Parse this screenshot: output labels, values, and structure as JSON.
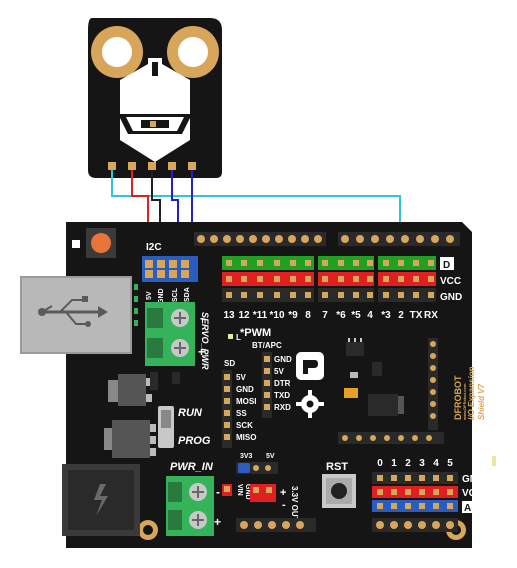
{
  "sensor": {
    "pins": [
      "",
      "",
      "",
      "",
      ""
    ]
  },
  "board": {
    "headers_top_left": "I2C",
    "i2c_pins": [
      "5V",
      "GND",
      "SCL",
      "SDA"
    ],
    "digital_top": [
      "13",
      "12",
      "*11",
      "*10",
      "*9",
      "8",
      "7",
      "*6",
      "*5",
      "4",
      "*3",
      "2",
      "TX",
      "RX"
    ],
    "rail_labels": [
      "D",
      "VCC",
      "GND"
    ],
    "servo_label": "SERVO_PWR",
    "pwm_label": "*PWM",
    "l_label": "L",
    "sd_label": "SD",
    "sd_pins": [
      "5V",
      "GND",
      "MOSI",
      "SS",
      "SCK",
      "MISO"
    ],
    "bt_label": "BT/APC",
    "bt_pins": [
      "GND",
      "5V",
      "DTR",
      "TXD",
      "RXD"
    ],
    "run_label": "RUN",
    "prog_label": "PROG",
    "pwr_in_label": "PWR_IN",
    "vin_gnd": [
      "VIN",
      "GND"
    ],
    "v33_labels": [
      "3V3",
      "5V"
    ],
    "out_label": "3.3V OUT",
    "rst_label": "RST",
    "analog_nums": [
      "0",
      "1",
      "2",
      "3",
      "4",
      "5"
    ],
    "analog_rail_labels": [
      "GND",
      "VCC",
      "A"
    ],
    "brand_lines": [
      "DFROBOT",
      "www.DFRobot.com",
      "I/O Expansion",
      "Shield V7"
    ],
    "plus_minus": [
      "+",
      "-",
      "+",
      "-"
    ]
  },
  "colors": {
    "board": "#151515",
    "gold": "#d8a65a",
    "red_header": "#e02020",
    "green_header": "#22a022",
    "blue_header": "#2b5dbf",
    "wire_cyan": "#2ec6d8",
    "wire_red": "#e02020",
    "wire_blue": "#2020d0",
    "terminal": "#35b35a"
  }
}
